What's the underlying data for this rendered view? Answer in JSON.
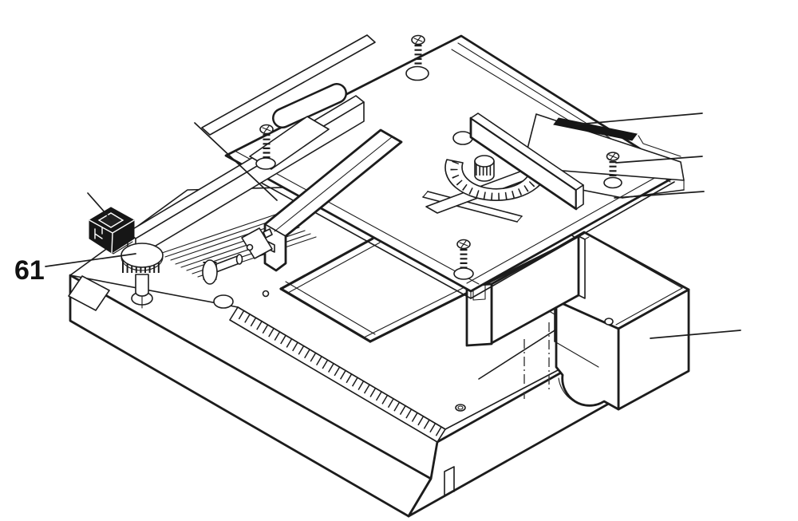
{
  "figure": {
    "type": "exploded-parts-diagram",
    "subject": "benchtop table saw base and table assembly",
    "part_label": "61"
  },
  "style": {
    "background": "#ffffff",
    "line_color": "#1c1c1c",
    "switch_color": "#161616"
  }
}
